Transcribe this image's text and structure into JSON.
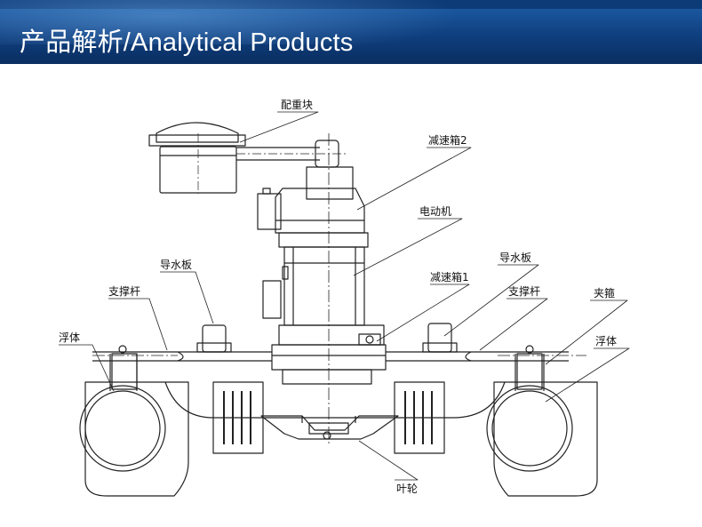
{
  "header": {
    "title": "产品解析/Analytical Products"
  },
  "labels": {
    "counterweight": "配重块",
    "gearbox2": "减速箱2",
    "motor": "电动机",
    "guide_plate_left": "导水板",
    "guide_plate_right": "导水板",
    "gearbox1": "减速箱1",
    "support_rod_left": "支撑杆",
    "support_rod_right": "支撑杆",
    "clamp_hoop": "夹箍",
    "float_left": "浮体",
    "float_right": "浮体",
    "impeller": "叶轮"
  },
  "colors": {
    "header_top": "#1f5fa8",
    "header_bottom": "#0a2e60",
    "line": "#222222"
  }
}
